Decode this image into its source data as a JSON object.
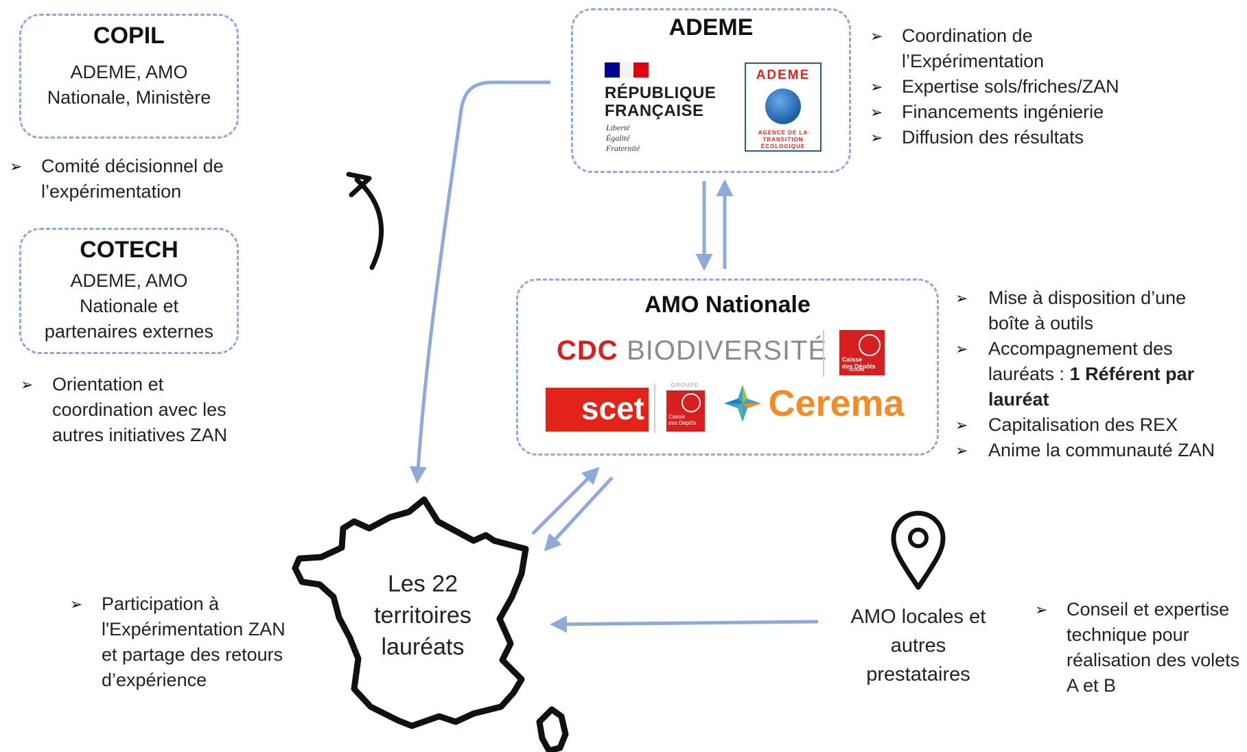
{
  "copil": {
    "title": "COPIL",
    "lines": [
      "ADEME, AMO",
      "Nationale, Ministère"
    ]
  },
  "copil_bullets": [
    "Comité décisionnel de l’expérimentation"
  ],
  "cotech": {
    "title": "COTECH",
    "lines": [
      "ADEME, AMO",
      "Nationale et",
      "partenaires externes"
    ]
  },
  "cotech_bullets": [
    "Orientation et coordination avec les autres initiatives ZAN"
  ],
  "ademe": {
    "title": "ADEME",
    "rf_lines": [
      "RÉPUBLIQUE",
      "FRANÇAISE"
    ],
    "rf_motto": [
      "Liberté",
      "Égalité",
      "Fraternité"
    ],
    "logo_title": "ADEME",
    "logo_sub": [
      "AGENCE DE LA",
      "TRANSITION",
      "ÉCOLOGIQUE"
    ]
  },
  "ademe_bullets": [
    "Coordination de l’Expérimentation",
    "Expertise sols/friches/ZAN",
    "Financements ingénierie",
    "Diffusion des résultats"
  ],
  "amo_nationale": {
    "title": "AMO Nationale",
    "cdc": "CDC",
    "biodiversite": "BIODIVERSITÉ",
    "cdc_logo_text": [
      "Caisse",
      "des Dépôts",
      "GROUPE"
    ],
    "scet": "scet",
    "groupe_text": "GROUPE",
    "cdc_logo2_text": [
      "Caisse",
      "des Dépôts"
    ],
    "cerema": "Cerema"
  },
  "amo_bullets": {
    "b1": "Mise à disposition d’une boîte à outils",
    "b2_plain": "Accompagnement des lauréats : ",
    "b2_bold": "1 Référent par lauréat",
    "b3": "Capitalisation des REX",
    "b4": "Anime la communauté ZAN"
  },
  "territoires": {
    "lines": [
      "Les 22",
      "territoires",
      "lauréats"
    ]
  },
  "territoires_bullets": [
    "Participation à l'Expérimentation ZAN et partage des retours d’expérience"
  ],
  "amo_locales": {
    "lines": [
      "AMO locales et",
      "autres",
      "prestataires"
    ],
    "icon": "location-pin-icon"
  },
  "amo_locales_bullets": [
    "Conseil et expertise technique pour réalisation des volets A et B"
  ],
  "colors": {
    "dash": "#8eaadb",
    "arrow": "#8eaadb",
    "red": "#d81e1e",
    "orange": "#f28c28",
    "blue_rf": "#000091"
  }
}
